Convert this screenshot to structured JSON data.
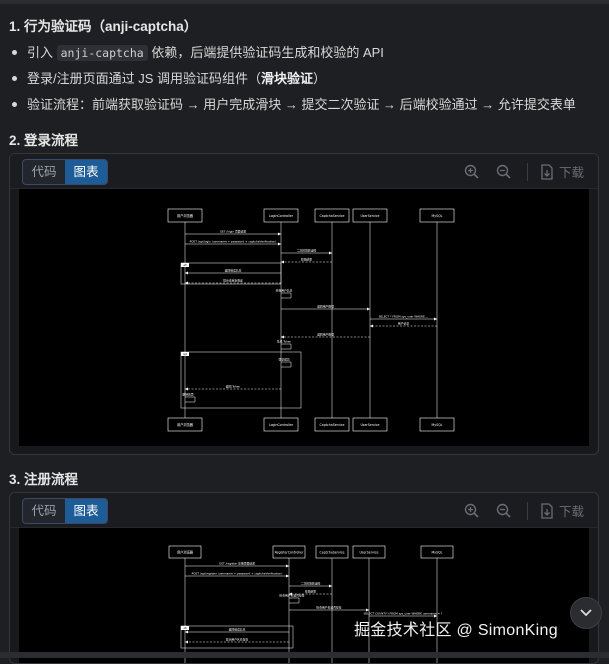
{
  "section1": {
    "title": "1. 行为验证码（anji-captcha）",
    "bullets": [
      {
        "pre": "引入 ",
        "code": "anji-captcha",
        "post": " 依赖，后端提供验证码生成和校验的 API"
      },
      {
        "pre": "登录/注册页面通过 JS 调用验证码组件（",
        "strong": "滑块验证",
        "post": "）"
      },
      {
        "pre": "验证流程：前端获取验证码 → 用户完成滑块 → 提交二次验证 → 后端校验通过 → 允许提交表单"
      }
    ]
  },
  "section2": {
    "title": "2. 登录流程",
    "tab_code": "代码",
    "tab_chart": "图表",
    "download": "下载",
    "participants": [
      "用户浏览器",
      "LoginController",
      "CaptchaService",
      "UserService",
      "MySQL"
    ],
    "messages": [
      "GET /login 页面请求",
      "POST /api/login (username + password + captchaVerification)",
      "二次校验验证码",
      "校验结果",
      "返回错误信息",
      "提示请重新验证",
      "查询用户信息",
      "返回用户数据",
      "SELECT * FROM sys_user WHERE ...",
      "用户记录",
      "生成 Token",
      "登录成功",
      "返回 Token",
      "跳转首页",
      "alt",
      "opt"
    ]
  },
  "section3": {
    "title": "3. 注册流程",
    "tab_code": "代码",
    "tab_chart": "图表",
    "download": "下载",
    "participants": [
      "用户浏览器",
      "RegisterController",
      "CaptchaService",
      "UserService",
      "MySQL"
    ],
    "messages": [
      "GET /register 注册页面请求",
      "POST /api/register (username + password + captchaVerification)",
      "二次校验验证码",
      "校验结果",
      "检查用户名是否存在",
      "SELECT COUNT(*) FROM sys_user WHERE username = ?",
      "返回错误信息",
      "提示用户名已存在",
      "alt"
    ]
  },
  "watermark": "掘金技术社区 @ SimonKing"
}
